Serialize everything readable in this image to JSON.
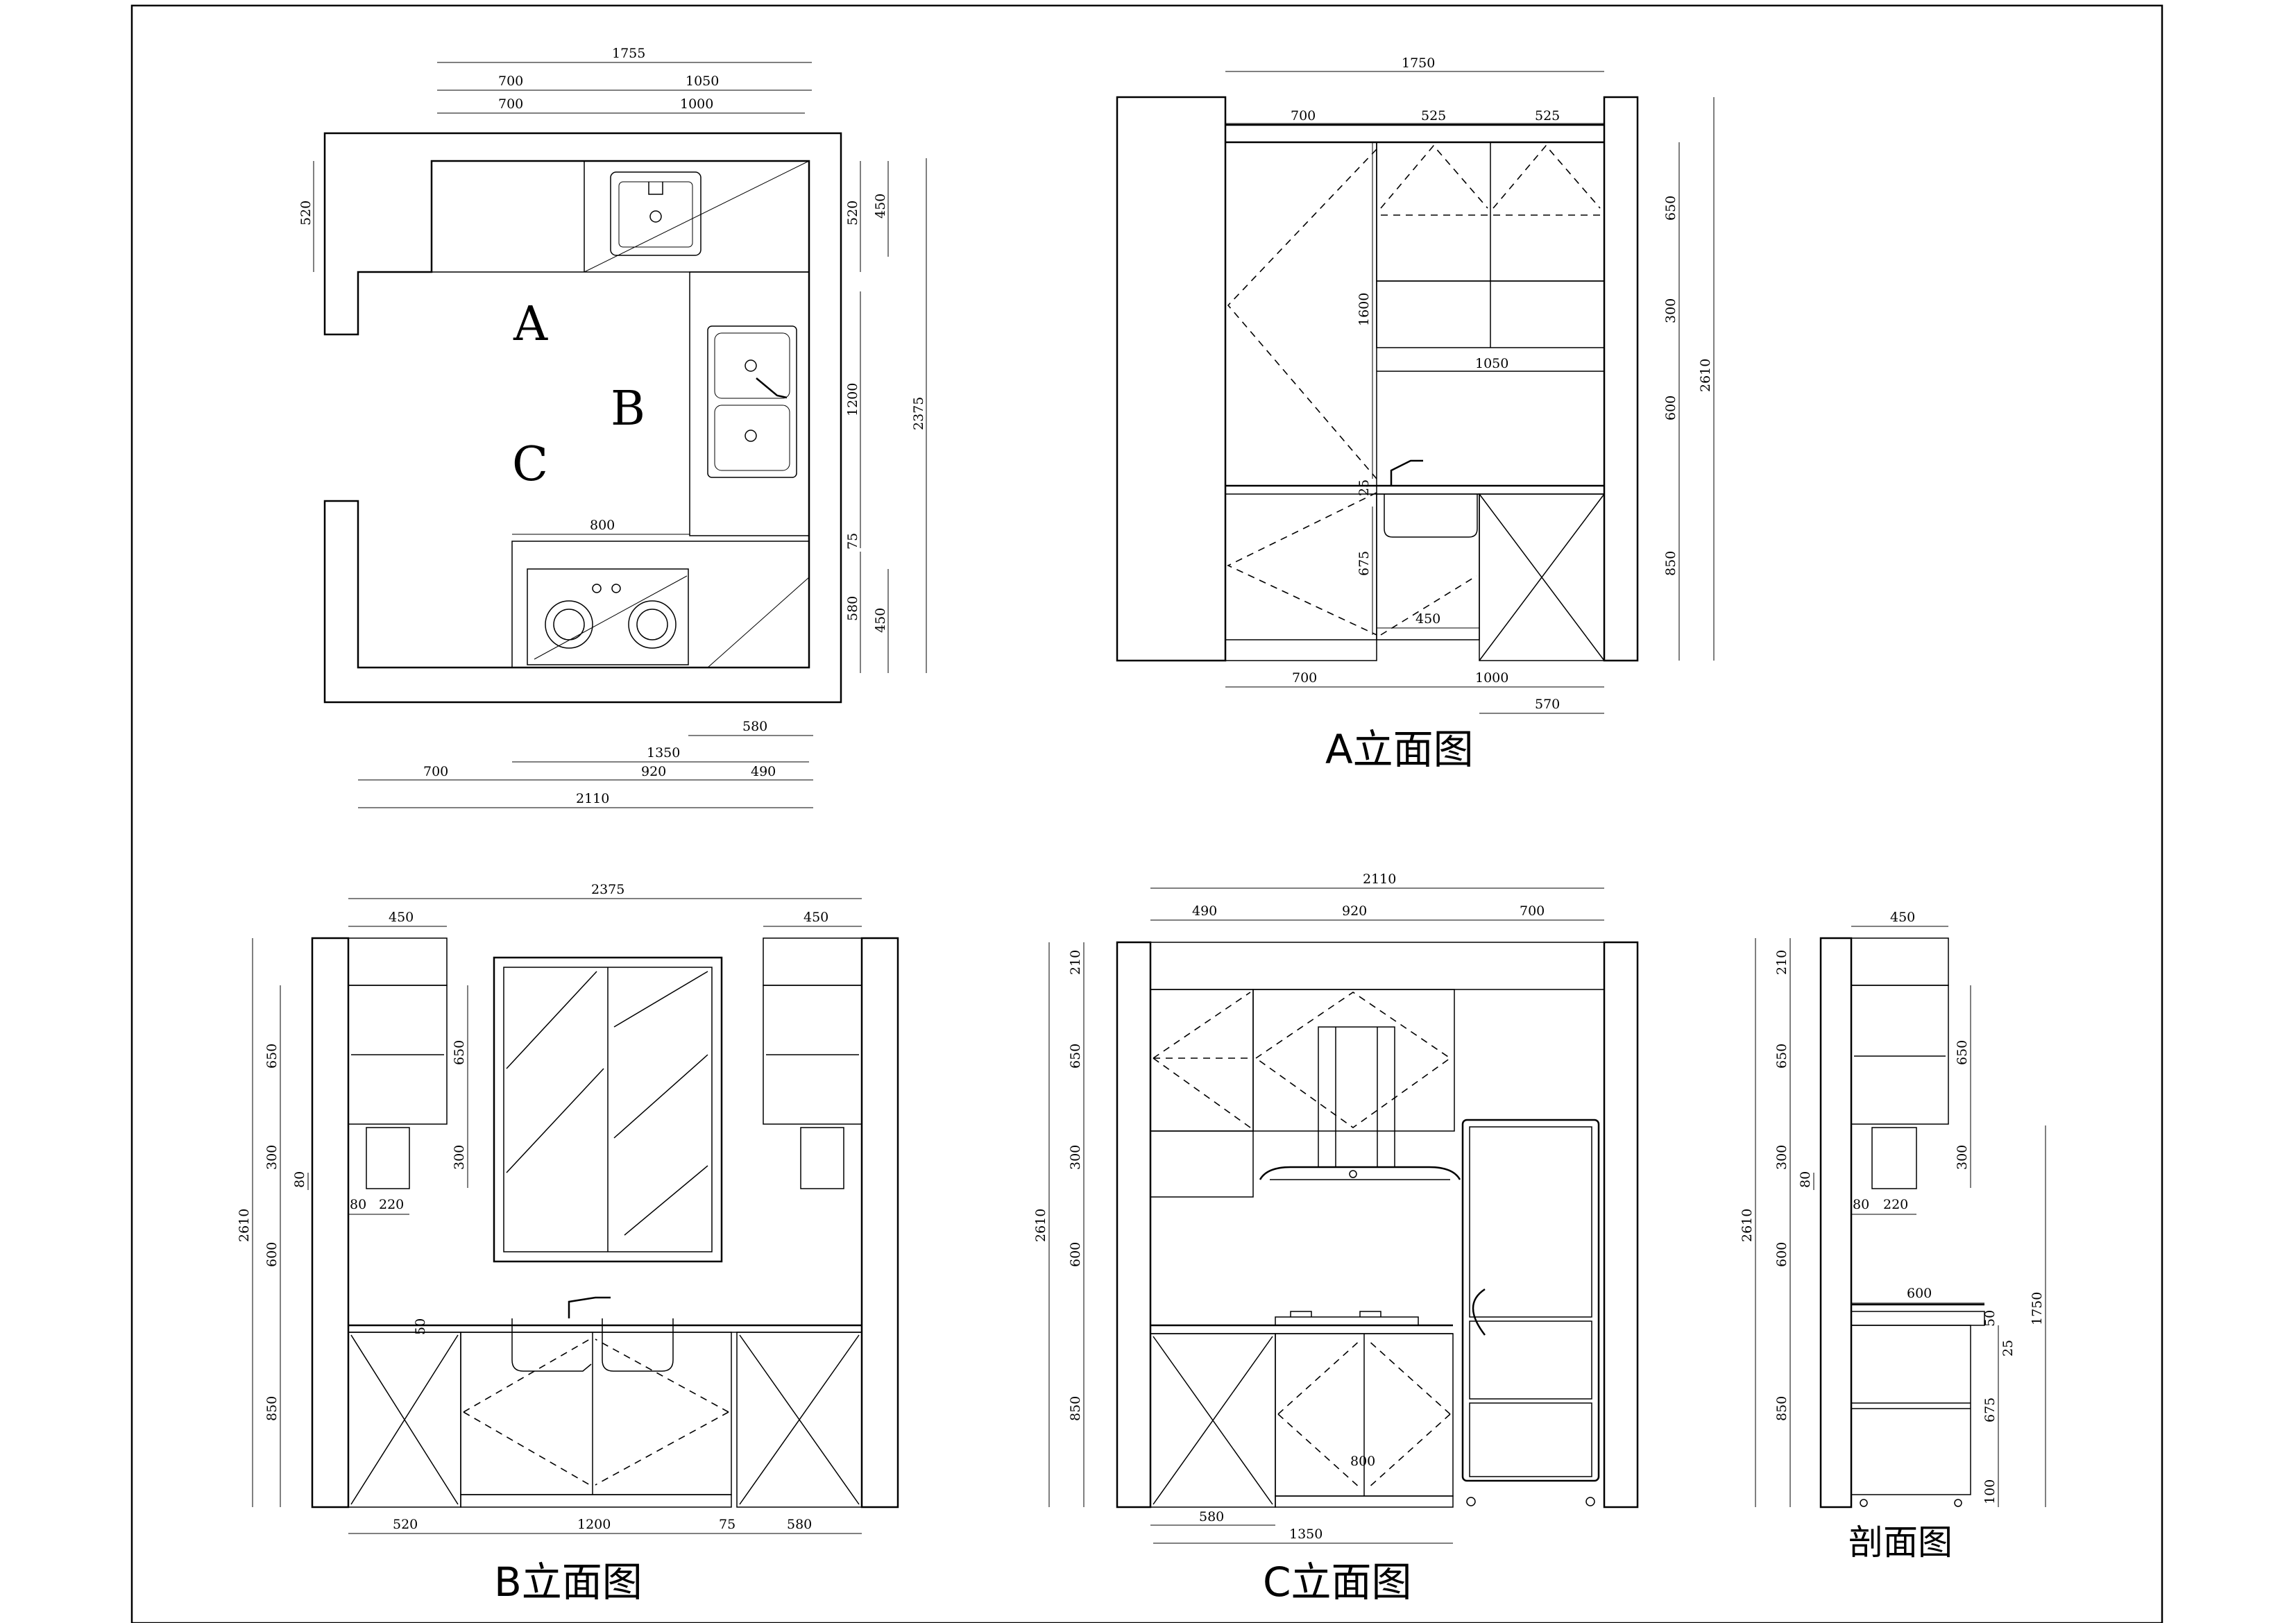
{
  "titles": {
    "elev_a": "A立面图",
    "elev_b": "B立面图",
    "elev_c": "C立面图",
    "section": "剖面图"
  },
  "plan_labels": {
    "a": "A",
    "b": "B",
    "c": "C"
  },
  "plan_dims": {
    "top1": "1755",
    "top2a": "700",
    "top2b": "1050",
    "top3a": "700",
    "top3b": "1000",
    "left": "520",
    "r520": "520",
    "r450a": "450",
    "r1200": "1200",
    "r2375": "2375",
    "r75": "75",
    "r580": "580",
    "r450b": "450",
    "stove800": "800",
    "b580": "580",
    "b1350": "1350",
    "b700": "700",
    "b920": "920",
    "b490": "490",
    "b2110": "2110"
  },
  "elev_a_dims": {
    "top": "1750",
    "t700": "700",
    "t525a": "525",
    "t525b": "525",
    "v1600": "1600",
    "v25": "25",
    "v675": "675",
    "h450": "450",
    "h1050": "1050",
    "r650": "650",
    "r300": "300",
    "r600": "600",
    "r850": "850",
    "r2610": "2610",
    "b700": "700",
    "b1000": "1000",
    "b570": "570"
  },
  "elev_b_dims": {
    "top": "2375",
    "t450a": "450",
    "t450b": "450",
    "l2610": "2610",
    "l650": "650",
    "l300": "300",
    "l600": "600",
    "l850": "850",
    "l80": "80",
    "h80": "80",
    "h220": "220",
    "i650": "650",
    "i300": "300",
    "v50": "50",
    "b520": "520",
    "b1200": "1200",
    "b75": "75",
    "b580": "580"
  },
  "elev_c_dims": {
    "top": "2110",
    "t490": "490",
    "t920": "920",
    "t700": "700",
    "l2610": "2610",
    "l210": "210",
    "l650": "650",
    "l300": "300",
    "l600": "600",
    "l850": "850",
    "d800": "800",
    "b580": "580",
    "b1350": "1350"
  },
  "section_dims": {
    "t450": "450",
    "l2610": "2610",
    "l210": "210",
    "l650": "650",
    "l300": "300",
    "l600": "600",
    "l850": "850",
    "l80": "80",
    "h80": "80",
    "h220": "220",
    "i650": "650",
    "i300": "300",
    "w600": "600",
    "v50": "50",
    "v25": "25",
    "v675": "675",
    "v100": "100",
    "r1750": "1750"
  }
}
